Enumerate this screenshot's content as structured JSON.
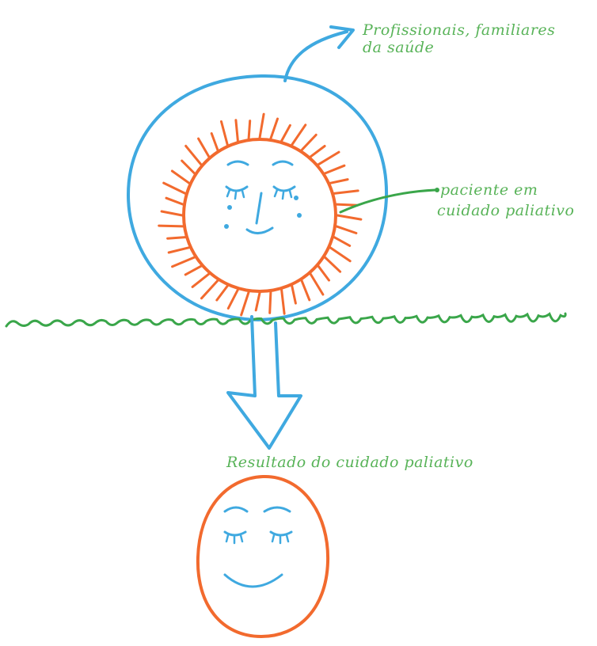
{
  "labels": {
    "professionals": "Profissionais, familiares da saúde",
    "patient": "paciente em cuidado paliativo",
    "result": "Resultado do cuidado paliativo"
  },
  "colors": {
    "blue": "#3fa9e0",
    "orange": "#f26a2e",
    "green": "#3aa64a",
    "label_green": "#58b358"
  },
  "icons": {
    "patient": "sun-face-icon",
    "result": "smiling-face-icon"
  }
}
